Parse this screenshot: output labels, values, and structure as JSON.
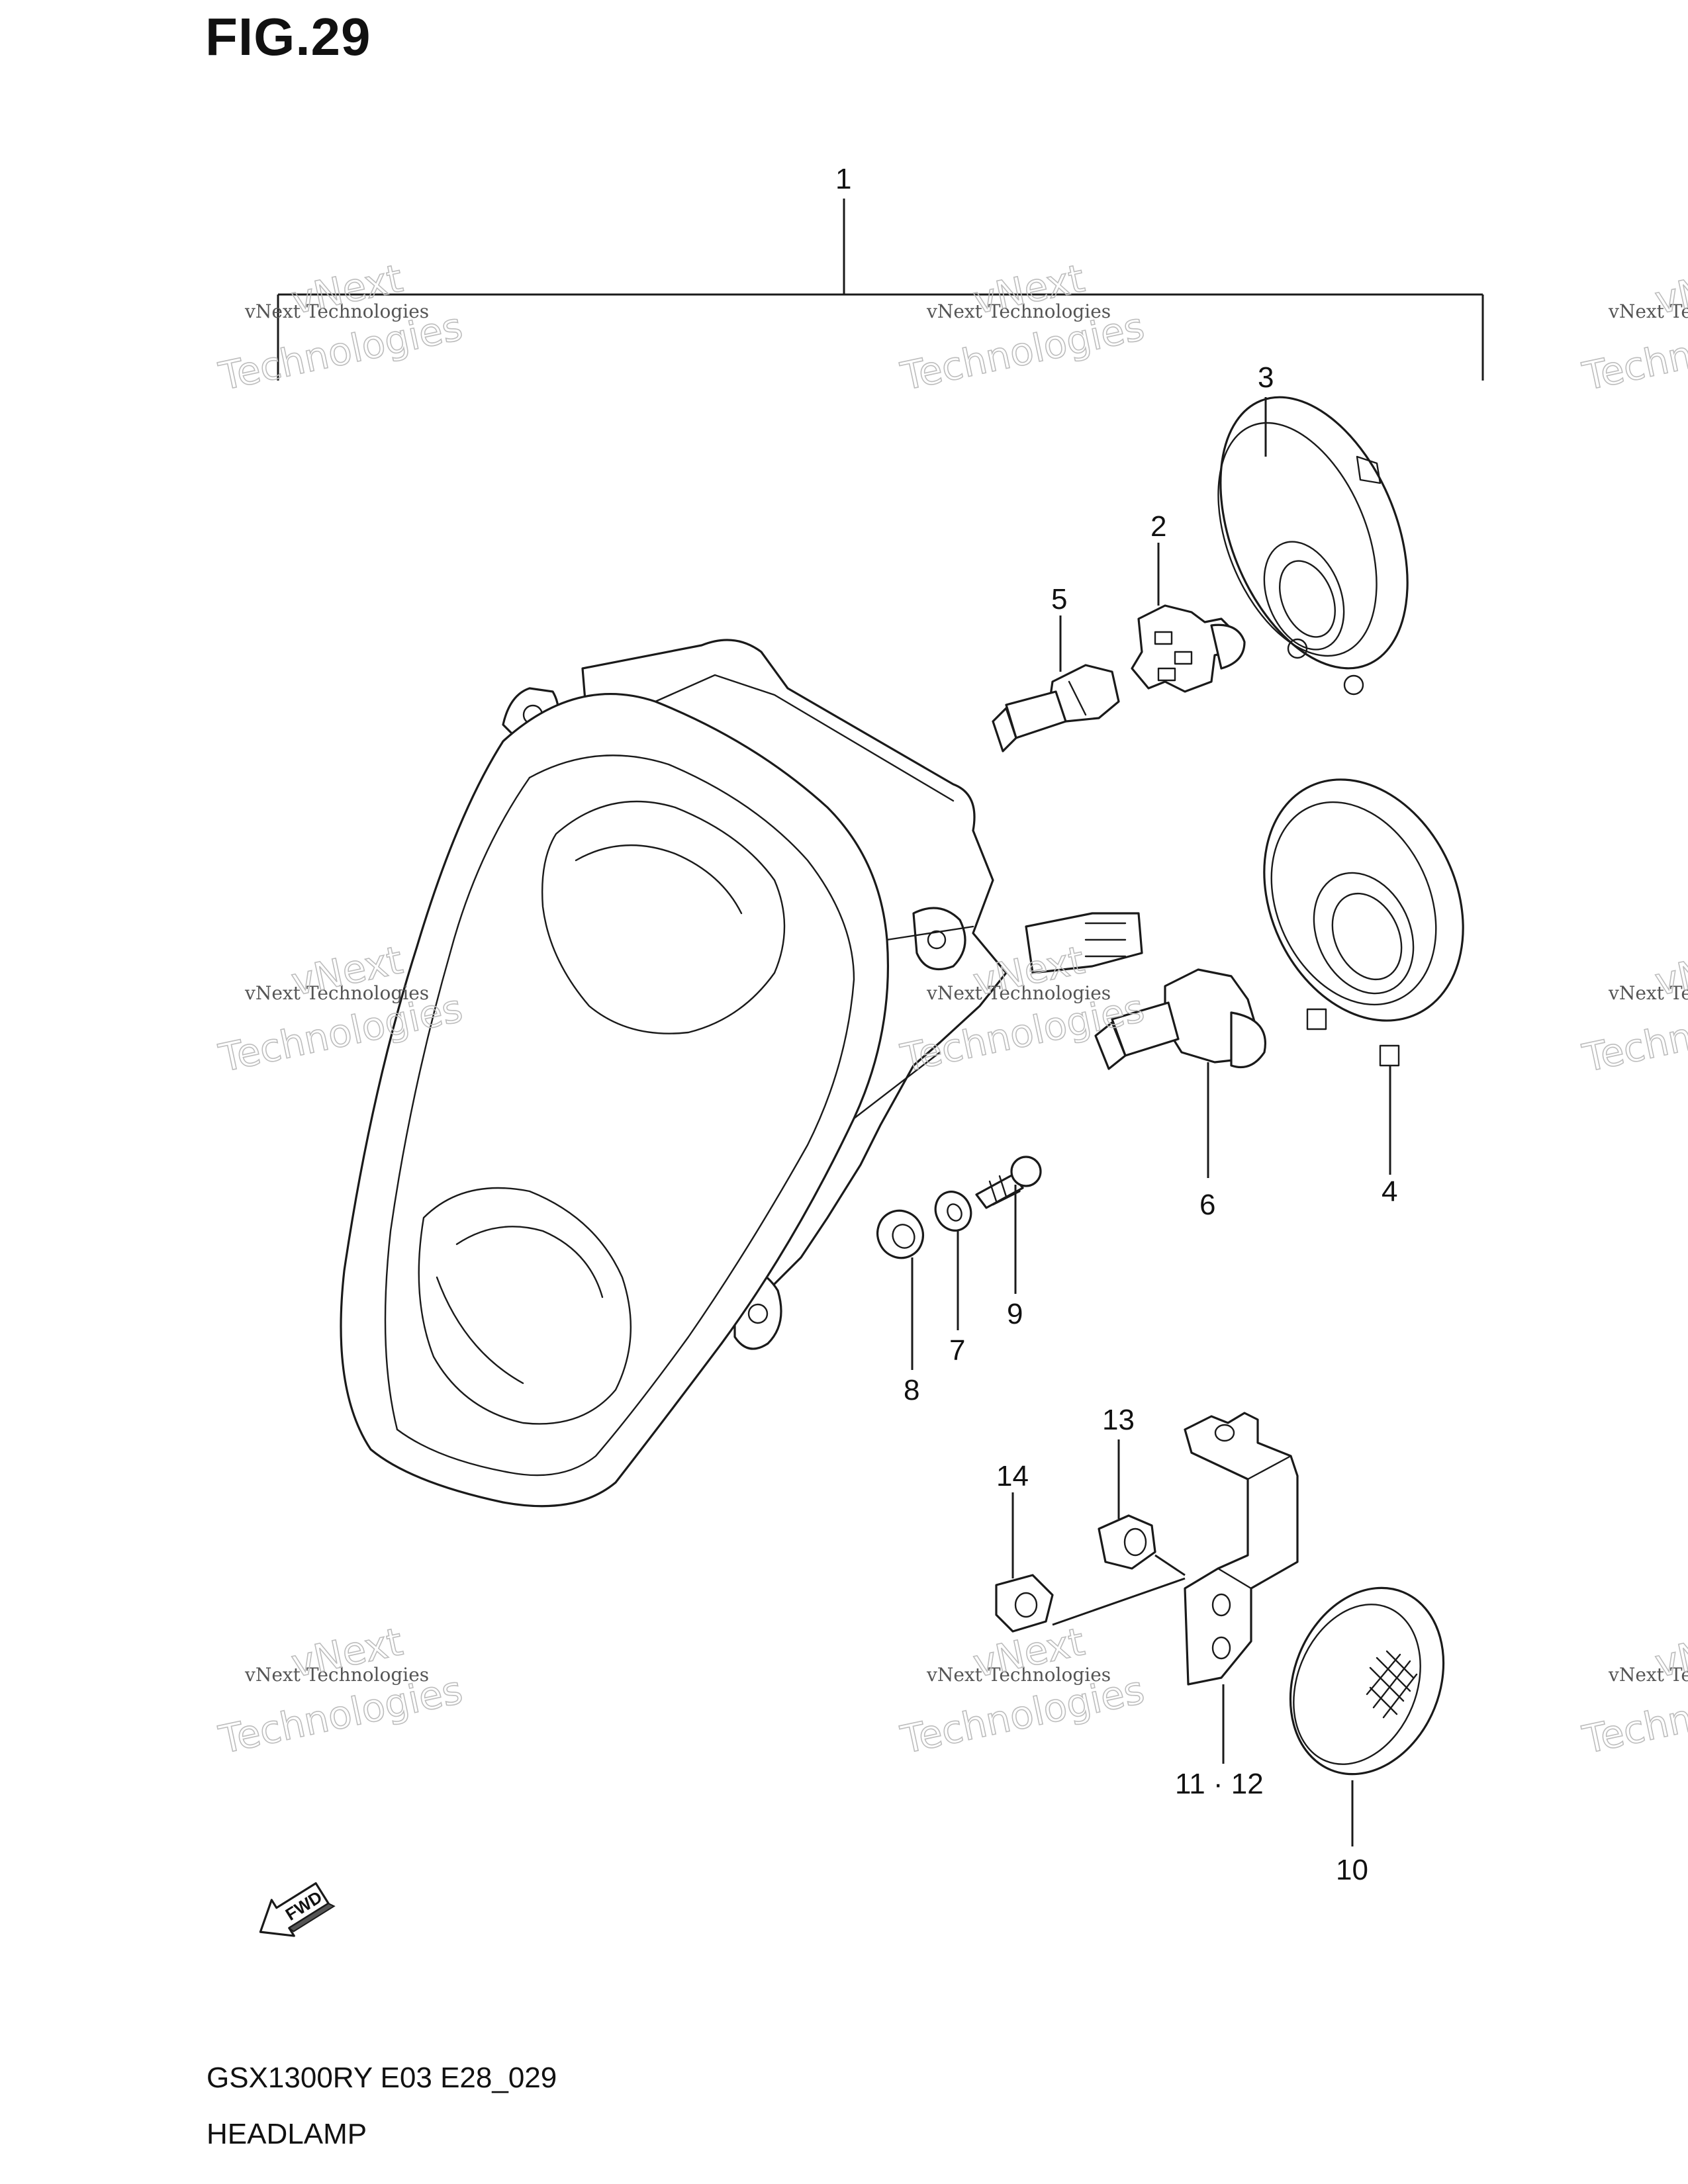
{
  "figure": {
    "title": "FIG.29",
    "model_code": "GSX1300RY E03 E28_029",
    "part_name": "HEADLAMP"
  },
  "callouts": {
    "c1": "1",
    "c2": "2",
    "c3": "3",
    "c4": "4",
    "c5": "5",
    "c6": "6",
    "c7": "7",
    "c8": "8",
    "c9": "9",
    "c10": "10",
    "c11_12": "11 · 12",
    "c13": "13",
    "c14": "14"
  },
  "fwd_arrow": {
    "label": "FWD"
  },
  "watermark": {
    "line1": "vNext Technologies",
    "line2": "vNext",
    "line3": "Technologies"
  }
}
